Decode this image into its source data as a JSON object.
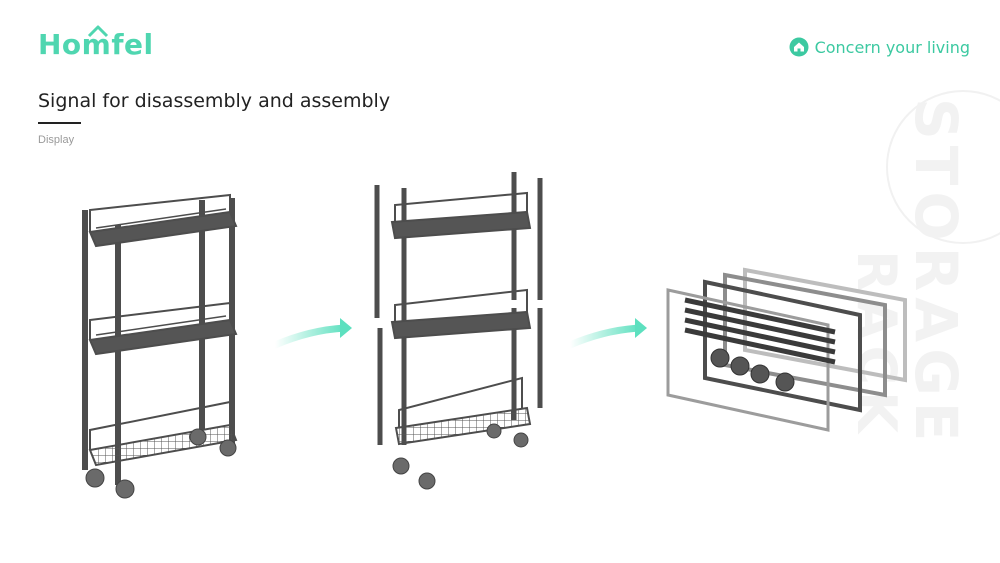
{
  "brand": {
    "name": "Homfel",
    "accent": "#4fd6b0"
  },
  "tagline": {
    "text": "Concern your living",
    "icon": "home-icon"
  },
  "heading": {
    "title": "Signal for disassembly and assembly",
    "subtitle": "Display"
  },
  "watermark": {
    "line1": "STORAGE",
    "line2": "RACK"
  },
  "illustrations": [
    {
      "name": "assembled-rack",
      "shelves": 3,
      "wheels": 4
    },
    {
      "name": "disassembled-rack",
      "shelves": 3,
      "wheels": 4
    },
    {
      "name": "packed-rack",
      "shelves": 3,
      "wheels": 4
    }
  ],
  "colors": {
    "frame": "#4d4d4d",
    "frame_light": "#9a9a9a",
    "arrow": "#5de0bf"
  }
}
